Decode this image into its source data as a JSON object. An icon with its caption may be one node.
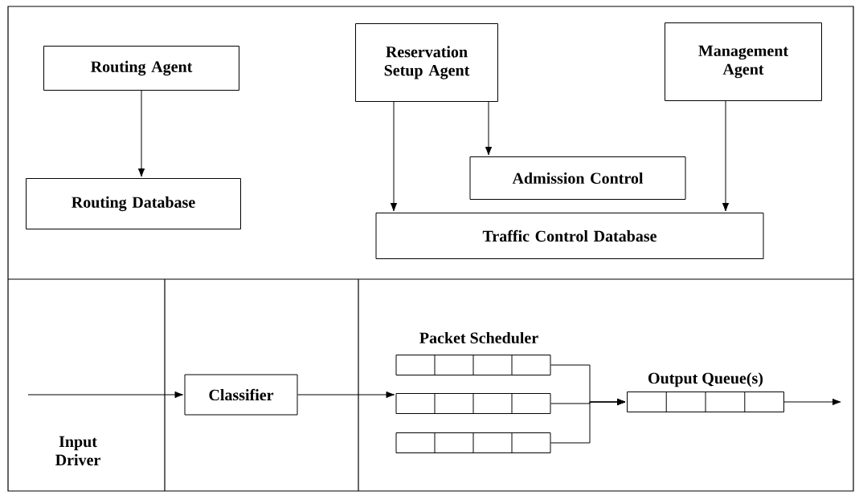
{
  "diagram": {
    "nodes": [
      {
        "text": [
          "Routing Agent"
        ]
      },
      {
        "text": [
          "Routing Database"
        ]
      },
      {
        "text": [
          "Reservation Setup Agent"
        ]
      },
      {
        "text": [
          "Management Agent"
        ]
      },
      {
        "text": [
          "Admission Control"
        ]
      },
      {
        "text": [
          "Traffic Control Database"
        ]
      },
      {
        "text": [
          "Classifier"
        ]
      },
      {
        "text": [],
        "shape": "box"
      },
      {
        "text": [],
        "shape": "box"
      },
      {
        "text": [],
        "shape": "box"
      },
      {
        "text": [
          "Output Queue(s)"
        ]
      }
    ],
    "edges": [
      {
        "from": 0,
        "to": 1,
        "arrow": "to"
      },
      {
        "from": 2,
        "to": 5,
        "arrow": "to"
      },
      {
        "from": 2,
        "to": 4,
        "arrow": "to"
      },
      {
        "from": 3,
        "to": 5,
        "arrow": "to"
      },
      {
        "from": null,
        "to": 6,
        "arrow": "to"
      },
      {
        "from": 6,
        "to": 8,
        "arrow": "to"
      },
      {
        "from": 7,
        "to": 10,
        "arrow": "to"
      },
      {
        "from": 8,
        "to": 10,
        "arrow": "to"
      },
      {
        "from": 9,
        "to": 10,
        "arrow": "to"
      },
      {
        "from": 10,
        "to": null,
        "arrow": "to"
      }
    ],
    "labels": [
      "Packet Scheduler",
      "Input Driver"
    ]
  }
}
